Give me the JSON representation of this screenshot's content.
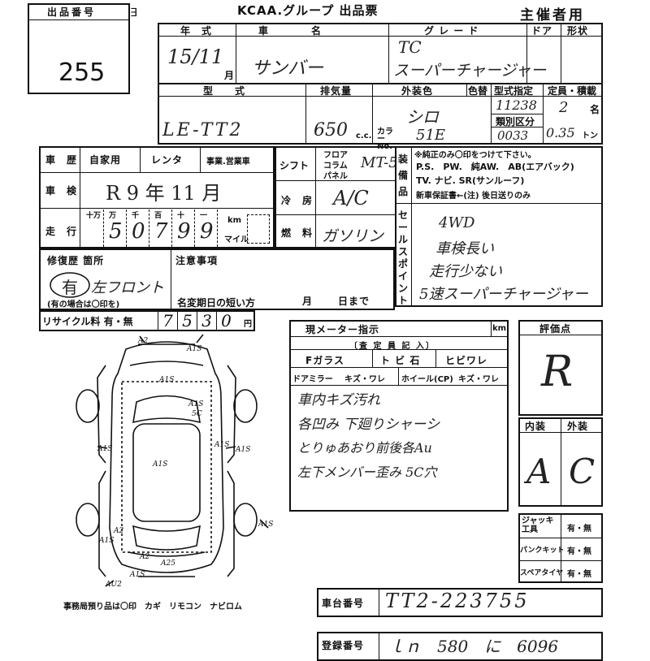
{
  "header": {
    "lot_label": "出品番号",
    "lot_number": "255",
    "group_title": "KCAA.グループ 出品票",
    "organizer": "主催者用"
  },
  "row1": {
    "year_label": "年　式",
    "year_value": "15/11",
    "month_unit": "月",
    "model_label": "車　　　　名",
    "model_value": "サンバー",
    "grade_label": "グ レ ー ド",
    "grade_value1": "TC",
    "grade_value2": "スーパーチャージャー",
    "door_label": "ドア",
    "body_label": "形状"
  },
  "row2": {
    "type_label": "型　　式",
    "type_value": "LE-TT2",
    "cc_label": "排気量",
    "cc_value": "650",
    "cc_unit": "c.c.",
    "color_label": "外装色",
    "color_value": "シロ",
    "repaint_label": "色替",
    "color_no_label": "カラー No.",
    "color_no_value": "51E",
    "spec_label": "型式指定",
    "spec_value": "11238",
    "class_label": "類別区分",
    "class_value": "0033",
    "capacity_label": "定員・積載",
    "capacity_value": "2",
    "capacity_unit": "名",
    "load_value": "0.35",
    "load_unit": "トン"
  },
  "history": {
    "history_label": "車　歴",
    "private": "自家用",
    "rental": "レンタ",
    "business": "事業.営業車",
    "inspection_label": "車　検",
    "inspection_value": "R 9 年 11 月",
    "mileage_label": "走　行",
    "mileage_units": [
      "十万",
      "万",
      "千",
      "百",
      "十",
      "一"
    ],
    "mileage_digits": [
      "",
      "5",
      "0",
      "7",
      "9",
      "9"
    ],
    "km_label": "km",
    "mile_label": "マイル"
  },
  "drive": {
    "shift_label": "シフト",
    "floor": "フロア",
    "column": "コラム",
    "panel": "パネル",
    "shift_value": "MT-5",
    "ac_label": "冷　房",
    "ac_value": "A/C",
    "fuel_label": "燃　料",
    "fuel_value": "ガソリン"
  },
  "equipment": {
    "label": "装備品",
    "note": "※純正のみ〇印をつけて下さい。",
    "line1": "P.S.　PW.　純AW.　AB(エアバック)",
    "line2": "TV. ナビ. SR(サンルーフ)",
    "line3": "新車保証書←(注) 後日送りのみ",
    "sales_label": "セールスポイント",
    "sales_points": [
      "4WD",
      "車検長い",
      "走行少ない",
      "5速スーパーチャージャー"
    ]
  },
  "repair": {
    "label": "修復歴 箇所",
    "value": "有",
    "location": "左フロント",
    "note": "(有の場合は〇印を)",
    "remarks_label": "注意事項",
    "deadline_label": "名変期日の短い方",
    "deadline_month": "月",
    "deadline_day": "日まで"
  },
  "recycle": {
    "label": "リサイクル料 有・無",
    "digits": [
      "7",
      "5",
      "3",
      "0"
    ],
    "unit": "円"
  },
  "meter": {
    "label": "現メーター指示",
    "unit": "km",
    "inspector_label": "〔査 定 員 記 入〕",
    "glass_label": "Fガラス",
    "chip_label": "ト ビ 石",
    "crack_label": "ヒビワレ",
    "mirror_label": "ドアミラー",
    "mirror_opt": "キズ・ワレ",
    "wheel_label": "ホイール(CP)",
    "wheel_opt": "キズ・ワレ",
    "notes": [
      "車内キズ汚れ",
      "各凹み 下廻りシャーシ",
      "とりゅあおり前後各Au",
      "左下メンバー歪み 5C穴"
    ]
  },
  "score": {
    "label": "評価点",
    "value": "R",
    "interior_label": "内装",
    "exterior_label": "外装",
    "interior_value": "A",
    "exterior_value": "C"
  },
  "tools": {
    "jack_label": "ジャッキ 工具",
    "jack_value": "有・無",
    "puncture_label": "パンクキット",
    "puncture_value": "有・無",
    "spare_label": "スペアタイヤ",
    "spare_value": "有・無"
  },
  "diagram": {
    "marks": [
      "A2",
      "A1S",
      "A1S",
      "5C",
      "A1S",
      "A1S",
      "A1S",
      "A1S",
      "A1S",
      "A2",
      "A1S",
      "A25",
      "A2",
      "AU2",
      "A1S",
      "A1S"
    ],
    "footer": "事務局預り品は〇印　カギ　リモコン　ナビロム"
  },
  "chassis": {
    "label": "車台番号",
    "value": "TT2-223755"
  },
  "registration": {
    "label": "登録番号",
    "value": "ｌｎ　580　に　6096"
  }
}
